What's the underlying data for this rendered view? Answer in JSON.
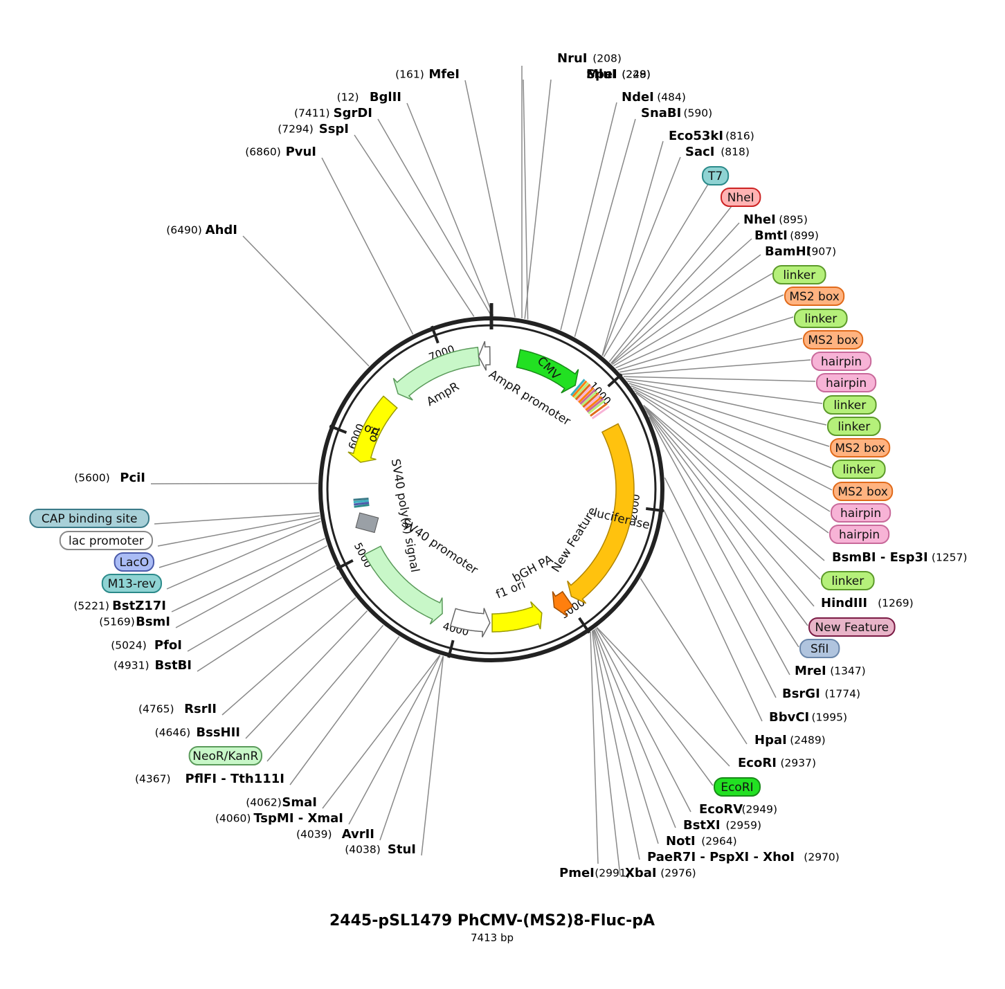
{
  "title": "2445-pSL1479 PhCMV-(MS2)8-Fluc-pA",
  "length_label": "7413 bp",
  "total_bp": 7413,
  "backbone_color": "#222222",
  "ticks": [
    {
      "bp": 1000,
      "label": "1000"
    },
    {
      "bp": 2000,
      "label": "2000"
    },
    {
      "bp": 3000,
      "label": "3000"
    },
    {
      "bp": 4000,
      "label": "4000"
    },
    {
      "bp": 5000,
      "label": "5000"
    },
    {
      "bp": 6000,
      "label": "6000"
    },
    {
      "bp": 7000,
      "label": "7000"
    }
  ],
  "features": [
    {
      "id": "cmv",
      "label": "CMV",
      "start": 240,
      "end": 800,
      "dir": 1,
      "ring": "outer",
      "color": "#22e022",
      "stroke": "#178a17",
      "text_inside": true
    },
    {
      "id": "luciferase",
      "label": "luciferase",
      "start": 1290,
      "end": 2950,
      "dir": 1,
      "ring": "outer",
      "color": "#ffc20e",
      "stroke": "#b08400",
      "text_inside": true
    },
    {
      "id": "new-feature-arrow",
      "label": "New Feature",
      "start": 2990,
      "end": 3130,
      "dir": 1,
      "ring": "outer",
      "color": "#ff7f0e",
      "stroke": "#a04d00",
      "text_inside": false
    },
    {
      "id": "f1-ori",
      "label": "f1 ori",
      "start": 3250,
      "end": 3700,
      "dir": -1,
      "ring": "outer",
      "color": "#ffff00",
      "stroke": "#999900",
      "text_inside": false
    },
    {
      "id": "sv40-promoter",
      "label": "SV40 promoter",
      "start": 3720,
      "end": 4050,
      "dir": -1,
      "ring": "outer",
      "color": "#ffffff",
      "stroke": "#666666",
      "text_inside": false
    },
    {
      "id": "neor",
      "label": "NeoR/KanR",
      "start": 4150,
      "end": 5000,
      "dir": -1,
      "ring": "outer",
      "color": "#c8f7c8",
      "stroke": "#5a9a5a",
      "text_inside": false
    },
    {
      "id": "ori",
      "label": "ori",
      "start": 5800,
      "end": 6400,
      "dir": -1,
      "ring": "outer",
      "color": "#ffff00",
      "stroke": "#999900",
      "text_inside": true
    },
    {
      "id": "ampr",
      "label": "AmpR",
      "start": 6500,
      "end": 7300,
      "dir": -1,
      "ring": "outer",
      "color": "#c8f7c8",
      "stroke": "#5a9a5a",
      "text_inside": false
    },
    {
      "id": "ampr-promoter",
      "label": "AmpR promoter",
      "start": 7300,
      "end": 7400,
      "dir": -1,
      "ring": "outer",
      "color": "#ffffff",
      "stroke": "#666666",
      "text_inside": false
    }
  ],
  "inner_labels": [
    {
      "text": "AmpR promoter",
      "bp": 250,
      "radius": 140,
      "path": true
    },
    {
      "text": "bGH PA",
      "bp": 3200,
      "radius": 120,
      "path": false
    },
    {
      "text": "New Feature",
      "bp": 2650,
      "radius": 140,
      "path": false
    },
    {
      "text": "f1 ori",
      "bp": 3500,
      "radius": 130,
      "path": false
    },
    {
      "text": "SV40 poly(A) signal",
      "bp": 5400,
      "radius": 150,
      "path": false
    },
    {
      "text": "SV40 promoter",
      "bp": 4150,
      "radius": 140,
      "path": false
    }
  ],
  "sites_right": [
    {
      "name": "NruI",
      "pos": "(208)",
      "bp": 208,
      "type": "enzyme"
    },
    {
      "name": "MluI",
      "pos": "(228)",
      "bp": 228,
      "type": "enzyme"
    },
    {
      "name": "SpeI",
      "pos": "(249)",
      "bp": 249,
      "type": "enzyme"
    },
    {
      "name": "NdeI",
      "pos": "(484)",
      "bp": 484,
      "type": "enzyme"
    },
    {
      "name": "SnaBI",
      "pos": "(590)",
      "bp": 590,
      "type": "enzyme"
    },
    {
      "name": "Eco53kI",
      "pos": "(816)",
      "bp": 816,
      "type": "enzyme"
    },
    {
      "name": "SacI",
      "pos": "(818)",
      "bp": 818,
      "type": "enzyme"
    },
    {
      "name": "T7",
      "pos": "",
      "bp": 830,
      "type": "feature",
      "color": "#8fd3d3",
      "border": "#2b8a8a"
    },
    {
      "name": "NheI",
      "pos": "",
      "bp": 880,
      "type": "feature",
      "color": "#ffb3b3",
      "border": "#cc2222"
    },
    {
      "name": "NheI",
      "pos": "(895)",
      "bp": 895,
      "type": "enzyme"
    },
    {
      "name": "BmtI",
      "pos": "(899)",
      "bp": 899,
      "type": "enzyme"
    },
    {
      "name": "BamHI",
      "pos": "(907)",
      "bp": 907,
      "type": "enzyme"
    },
    {
      "name": "linker",
      "pos": "",
      "bp": 920,
      "type": "feature",
      "color": "#b5f07a",
      "border": "#5c9a2a"
    },
    {
      "name": "MS2 box",
      "pos": "",
      "bp": 940,
      "type": "feature",
      "color": "#ffb380",
      "border": "#e06a1a"
    },
    {
      "name": "linker",
      "pos": "",
      "bp": 960,
      "type": "feature",
      "color": "#b5f07a",
      "border": "#5c9a2a"
    },
    {
      "name": "MS2 box",
      "pos": "",
      "bp": 980,
      "type": "feature",
      "color": "#ffb380",
      "border": "#e06a1a"
    },
    {
      "name": "hairpin",
      "pos": "",
      "bp": 1000,
      "type": "feature",
      "color": "#f7b3d6",
      "border": "#c8699a"
    },
    {
      "name": "hairpin",
      "pos": "",
      "bp": 1020,
      "type": "feature",
      "color": "#f7b3d6",
      "border": "#c8699a"
    },
    {
      "name": "linker",
      "pos": "",
      "bp": 1040,
      "type": "feature",
      "color": "#b5f07a",
      "border": "#5c9a2a"
    },
    {
      "name": "linker",
      "pos": "",
      "bp": 1060,
      "type": "feature",
      "color": "#b5f07a",
      "border": "#5c9a2a"
    },
    {
      "name": "MS2 box",
      "pos": "",
      "bp": 1080,
      "type": "feature",
      "color": "#ffb380",
      "border": "#e06a1a"
    },
    {
      "name": "linker",
      "pos": "",
      "bp": 1100,
      "type": "feature",
      "color": "#b5f07a",
      "border": "#5c9a2a"
    },
    {
      "name": "MS2 box",
      "pos": "",
      "bp": 1120,
      "type": "feature",
      "color": "#ffb380",
      "border": "#e06a1a"
    },
    {
      "name": "hairpin",
      "pos": "",
      "bp": 1140,
      "type": "feature",
      "color": "#f7b3d6",
      "border": "#c8699a"
    },
    {
      "name": "hairpin",
      "pos": "",
      "bp": 1160,
      "type": "feature",
      "color": "#f7b3d6",
      "border": "#c8699a"
    },
    {
      "name": "BsmBI - Esp3I",
      "pos": "(1257)",
      "bp": 1257,
      "type": "enzyme"
    },
    {
      "name": "linker",
      "pos": "",
      "bp": 1262,
      "type": "feature",
      "color": "#b5f07a",
      "border": "#5c9a2a"
    },
    {
      "name": "HindIII",
      "pos": "(1269)",
      "bp": 1269,
      "type": "enzyme"
    },
    {
      "name": "New Feature",
      "pos": "",
      "bp": 1280,
      "type": "feature",
      "color": "#e8b4c8",
      "border": "#7a1a44"
    },
    {
      "name": "SfiI",
      "pos": "",
      "bp": 1300,
      "type": "feature",
      "color": "#b0c4de",
      "border": "#6a86aa"
    },
    {
      "name": "MreI",
      "pos": "(1347)",
      "bp": 1347,
      "type": "enzyme"
    },
    {
      "name": "BsrGI",
      "pos": "(1774)",
      "bp": 1774,
      "type": "enzyme"
    },
    {
      "name": "BbvCI",
      "pos": "(1995)",
      "bp": 1995,
      "type": "enzyme"
    },
    {
      "name": "HpaI",
      "pos": "(2489)",
      "bp": 2489,
      "type": "enzyme"
    },
    {
      "name": "EcoRI",
      "pos": "(2937)",
      "bp": 2937,
      "type": "enzyme"
    },
    {
      "name": "EcoRI",
      "pos": "",
      "bp": 2940,
      "type": "feature",
      "color": "#22e022",
      "border": "#178a17"
    },
    {
      "name": "EcoRV",
      "pos": "(2949)",
      "bp": 2949,
      "type": "enzyme"
    },
    {
      "name": "BstXI",
      "pos": "(2959)",
      "bp": 2959,
      "type": "enzyme"
    },
    {
      "name": "NotI",
      "pos": "(2964)",
      "bp": 2964,
      "type": "enzyme"
    },
    {
      "name": "PaeR7I - PspXI - XhoI",
      "pos": "(2970)",
      "bp": 2970,
      "type": "enzyme"
    },
    {
      "name": "XbaI",
      "pos": "(2976)",
      "bp": 2976,
      "type": "enzyme"
    },
    {
      "name": "PmeI",
      "pos": "(2991)",
      "bp": 2991,
      "type": "enzyme"
    }
  ],
  "sites_left": [
    {
      "name": "MfeI",
      "pos": "(161)",
      "bp": 161,
      "type": "enzyme"
    },
    {
      "name": "BglII",
      "pos": "(12)",
      "bp": 12,
      "type": "enzyme"
    },
    {
      "name": "SgrDI",
      "pos": "(7411)",
      "bp": 7411,
      "type": "enzyme"
    },
    {
      "name": "SspI",
      "pos": "(7294)",
      "bp": 7294,
      "type": "enzyme"
    },
    {
      "name": "PvuI",
      "pos": "(6860)",
      "bp": 6860,
      "type": "enzyme"
    },
    {
      "name": "AhdI",
      "pos": "(6490)",
      "bp": 6490,
      "type": "enzyme"
    },
    {
      "name": "PciI",
      "pos": "(5600)",
      "bp": 5600,
      "type": "enzyme"
    },
    {
      "name": "CAP binding site",
      "pos": "",
      "bp": 5400,
      "type": "feature",
      "color": "#a8d0d8",
      "border": "#3a7a88"
    },
    {
      "name": "lac promoter",
      "pos": "",
      "bp": 5380,
      "type": "feature",
      "color": "#ffffff",
      "border": "#888888"
    },
    {
      "name": "LacO",
      "pos": "",
      "bp": 5360,
      "type": "feature",
      "color": "#aabcf5",
      "border": "#4a5aaa"
    },
    {
      "name": "M13-rev",
      "pos": "",
      "bp": 5340,
      "type": "feature",
      "color": "#8fd3d3",
      "border": "#2b8a8a"
    },
    {
      "name": "BstZ17I",
      "pos": "(5221)",
      "bp": 5221,
      "type": "enzyme"
    },
    {
      "name": "BsmI",
      "pos": "(5169)",
      "bp": 5169,
      "type": "enzyme"
    },
    {
      "name": "PfoI",
      "pos": "(5024)",
      "bp": 5024,
      "type": "enzyme"
    },
    {
      "name": "BstBI",
      "pos": "(4931)",
      "bp": 4931,
      "type": "enzyme"
    },
    {
      "name": "RsrII",
      "pos": "(4765)",
      "bp": 4765,
      "type": "enzyme"
    },
    {
      "name": "BssHII",
      "pos": "(4646)",
      "bp": 4646,
      "type": "enzyme"
    },
    {
      "name": "NeoR/KanR",
      "pos": "",
      "bp": 4500,
      "type": "feature",
      "color": "#c8f7c8",
      "border": "#5a9a5a"
    },
    {
      "name": "PflFI - Tth111I",
      "pos": "(4367)",
      "bp": 4367,
      "type": "enzyme"
    },
    {
      "name": "SmaI",
      "pos": "(4062)",
      "bp": 4062,
      "type": "enzyme"
    },
    {
      "name": "TspMI - XmaI",
      "pos": "(4060)",
      "bp": 4060,
      "type": "enzyme"
    },
    {
      "name": "AvrII",
      "pos": "(4039)",
      "bp": 4039,
      "type": "enzyme"
    },
    {
      "name": "StuI",
      "pos": "(4038)",
      "bp": 4038,
      "type": "enzyme"
    }
  ]
}
